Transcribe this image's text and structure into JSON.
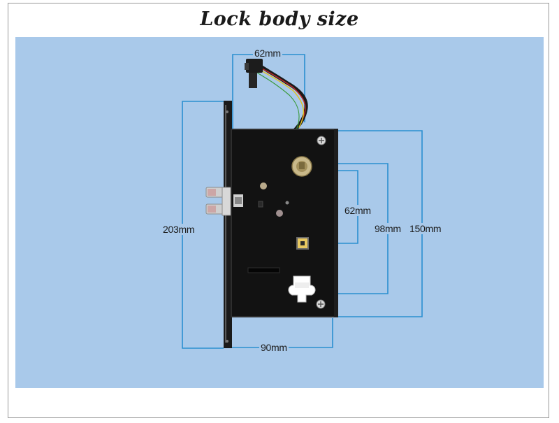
{
  "title": "Lock body size",
  "dimensions": {
    "top_width": "62mm",
    "height_total": "203mm",
    "spacing_a": "62mm",
    "spacing_b": "98mm",
    "body_height": "150mm",
    "width": "90mm"
  },
  "colors": {
    "panel": "#a9c9ea",
    "dimension_line": "#2a8fd0",
    "lock_body": "#121212"
  }
}
